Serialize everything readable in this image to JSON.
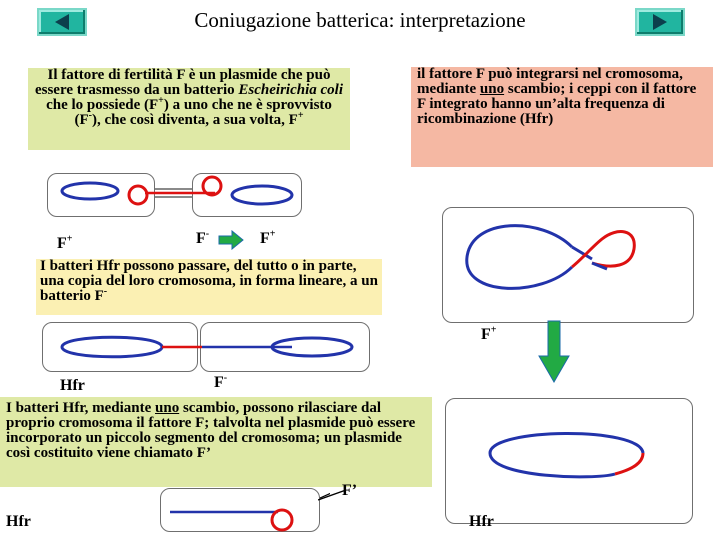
{
  "slide": {
    "title": "Coniugazione batterica: interpretazione"
  },
  "nav": {
    "prev_label": "",
    "next_label": ""
  },
  "boxes": {
    "fertility_pre": "Il fattore di fertilità F è un plasmide che può essere trasmesso da un batterio ",
    "fertility_species": "Escheirichia coli",
    "fertility_mid": " che lo possiede (F",
    "fertility_sup1": "+",
    "fertility_mid2": ") a uno che ne è sprovvisto (F",
    "fertility_sup2": "-",
    "fertility_post": "), che così diventa, a sua volta, F",
    "fertility_sup3": "+",
    "integration_pre": "il fattore F può integrarsi nel cromosoma, mediante ",
    "integration_underline": "uno",
    "integration_post": " scambio; i ceppi con il fattore F integrato hanno un’alta frequenza di ricombinazione (Hfr)",
    "hfr_transfer_main": "I batteri Hfr possono passare, del tutto o in parte, una copia del loro cromosoma, in forma lineare, a un batterio F",
    "hfr_transfer_sup": "-",
    "fprime_pre": "I batteri Hfr, mediante ",
    "fprime_underline": "uno",
    "fprime_post": " scambio, possono rilasciare dal proprio cromosoma il fattore F; talvolta nel plasmide può essere incorporato un piccolo segmento del cromosoma; un plasmide così costituito viene chiamato F’"
  },
  "labels": {
    "fplus_left_base": "F",
    "fplus_left_sup": "+",
    "fminus_base": "F",
    "fminus_sup": "-",
    "fplus_after_base": "F",
    "fplus_after_sup": "+",
    "fplus_right_base": "F",
    "fplus_right_sup": "+",
    "hfr_mid": "Hfr",
    "fminus2_base": "F",
    "fminus2_sup": "-",
    "fprime": "F’",
    "hfr_bottom_left": "Hfr",
    "hfr_bottom_right": "Hfr"
  },
  "colors": {
    "chromosome": "#2233aa",
    "plasmid": "#dd1111",
    "nav_button": "#21b5a0",
    "green_box": "#dfe9a6",
    "yellow_box": "#fbf0b3",
    "salmon_box": "#f5b8a3",
    "arrow_green": "#22aa44"
  }
}
